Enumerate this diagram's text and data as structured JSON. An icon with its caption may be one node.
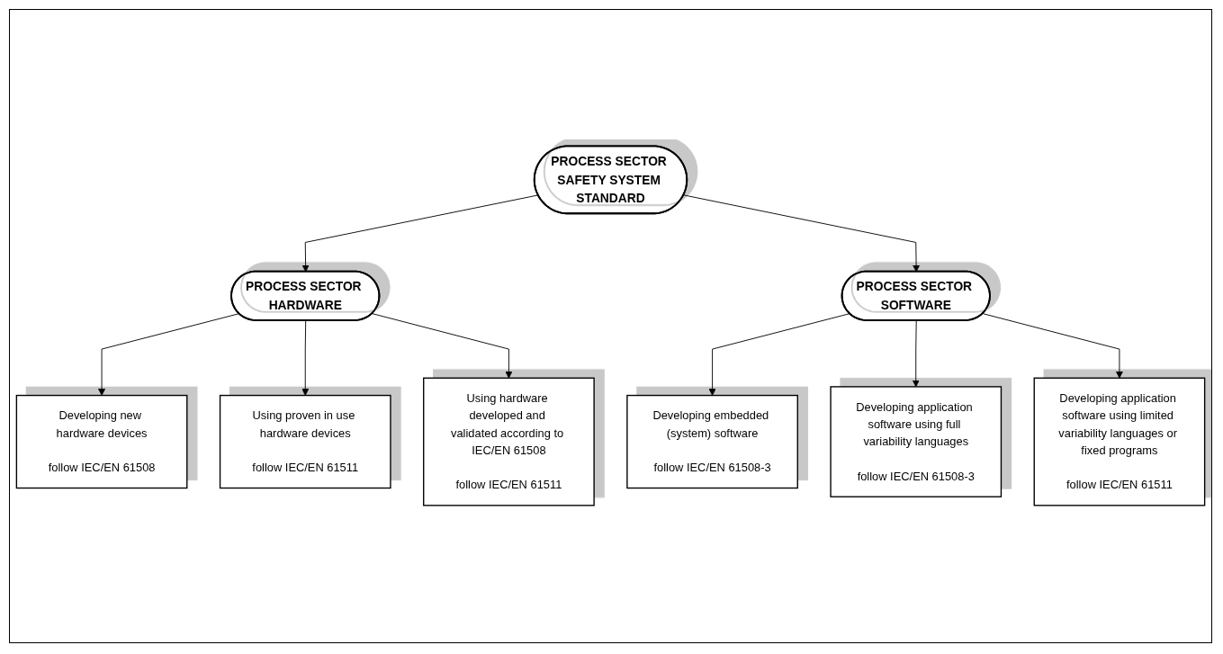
{
  "diagram": {
    "nodes": [
      {
        "text": [
          "PROCESS SECTOR SAFETY SYSTEM STANDARD"
        ]
      },
      {
        "text": [
          "PROCESS SECTOR HARDWARE"
        ]
      },
      {
        "text": [
          "PROCESS SECTOR SOFTWARE"
        ]
      },
      {
        "text": [
          "Developing new hardware devices",
          "follow IEC/EN 61508"
        ]
      },
      {
        "text": [
          "Using proven in use hardware devices",
          "follow IEC/EN 61511"
        ]
      },
      {
        "text": [
          "Using hardware developed and validated according to IEC/EN 61508",
          "follow IEC/EN 61511"
        ]
      },
      {
        "text": [
          "Developing embedded (system) software",
          "follow IEC/EN 61508-3"
        ]
      },
      {
        "text": [
          "Developing application software using full variability languages",
          "follow IEC/EN 61508-3"
        ]
      },
      {
        "text": [
          "Developing application software using limited variability languages or fixed programs",
          "follow IEC/EN 61511"
        ]
      }
    ],
    "edges": [
      {
        "from": 0,
        "to": 1,
        "arrow": "to"
      },
      {
        "from": 0,
        "to": 2,
        "arrow": "to"
      },
      {
        "from": 1,
        "to": 3,
        "arrow": "to"
      },
      {
        "from": 1,
        "to": 4,
        "arrow": "to"
      },
      {
        "from": 1,
        "to": 5,
        "arrow": "to"
      },
      {
        "from": 2,
        "to": 6,
        "arrow": "to"
      },
      {
        "from": 2,
        "to": 7,
        "arrow": "to"
      },
      {
        "from": 2,
        "to": 8,
        "arrow": "to"
      }
    ]
  }
}
